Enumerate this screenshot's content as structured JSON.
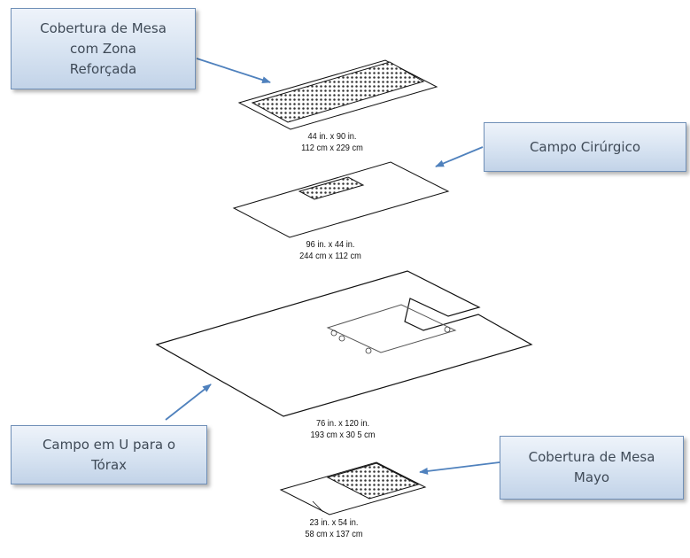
{
  "callouts": {
    "table_cover": [
      "Cobertura de Mesa",
      "com Zona",
      "Reforçada"
    ],
    "surgical_field": [
      "Campo Cirúrgico"
    ],
    "u_field": [
      "Campo em U para o",
      "Tórax"
    ],
    "mayo_cover": [
      "Cobertura de Mesa",
      "Mayo"
    ]
  },
  "dimensions": {
    "table_cover": [
      "44 in. x 90 in.",
      "112 cm x 229 cm"
    ],
    "surgical_field": [
      "96 in. x 44 in.",
      "244 cm x 112 cm"
    ],
    "u_field": [
      "76 in. x 120 in.",
      "193 cm x 30 5 cm"
    ],
    "mayo_cover": [
      "23 in. x 54 in.",
      "58 cm x 137 cm"
    ]
  },
  "colors": {
    "arrow": "#4f81bd",
    "callout_border": "#6f8fb7",
    "drape_outline": "#111111"
  }
}
